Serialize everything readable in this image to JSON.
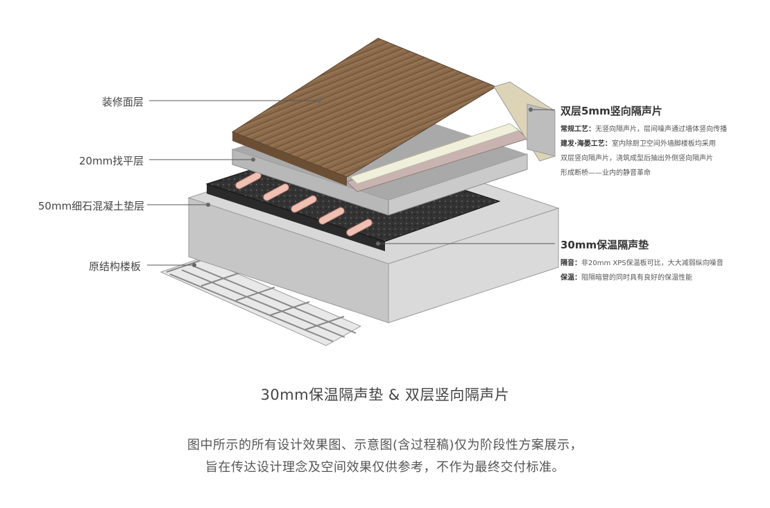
{
  "labels_left": {
    "finish": "装修面层",
    "screed": "20mm找平层",
    "concrete": "50mm细石混凝土垫层",
    "slab": "原结构楼板"
  },
  "right_top": {
    "title": "双层5mm竖向隔声片",
    "line1_key": "常规工艺：",
    "line1_text": "无竖向隔声片，层间噪声通过墙体竖向传播",
    "line2_key": "建发·海晏工艺：",
    "line2_text": "室内除厨卫空间外墙脚楼板均采用",
    "line3_text": "双层竖向隔声片，浇筑成型后抽出外侧竖向隔声片",
    "line4_text": "形成断桥——业内的静音革命"
  },
  "right_bottom": {
    "title": "30mm保温隔声垫",
    "line1_key": "隔音：",
    "line1_text": "非20mm XPS保温板可比，大大减弱纵向噪音",
    "line2_key": "保温：",
    "line2_text": "阻隔暗管的同时具有良好的保温性能"
  },
  "caption": "30mm保温隔声垫 & 双层竖向隔声片",
  "disclaimer": {
    "line1": "图中所示的所有设计效果图、示意图(含过程稿)仅为阶段性方案展示，",
    "line2": "旨在传达设计理念及空间效果仅供参考，不作为最终交付标准。"
  },
  "colors": {
    "wood": "#8a6a4a",
    "concrete": "#cfcfcf",
    "insulation": "#3a3a3a",
    "pipe": "#f2c3b8",
    "leader": "#555555"
  }
}
